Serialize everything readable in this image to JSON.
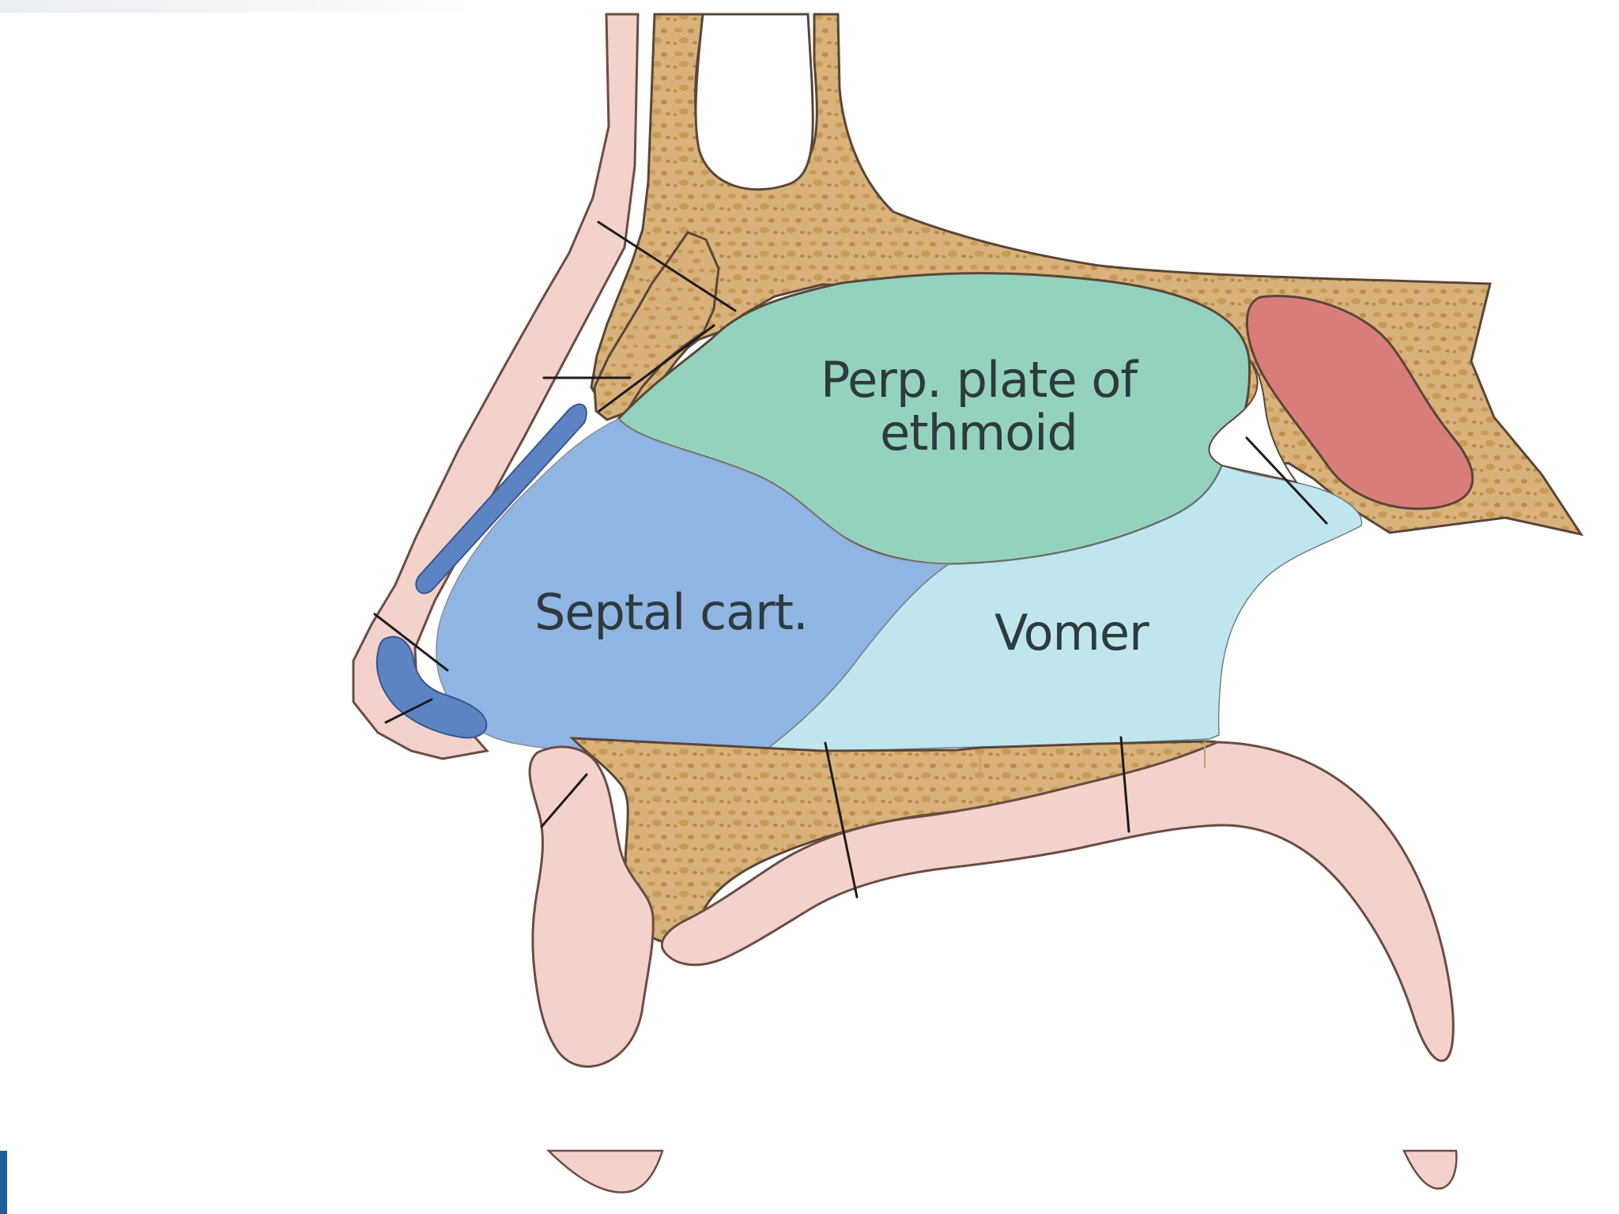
{
  "diagram": {
    "labels": {
      "perpendicular_plate": [
        "Perp. plate of",
        "ethmoid"
      ],
      "septal_cartilage": "Septal cart.",
      "vomer": "Vomer"
    },
    "colors": {
      "bone": "#d8b27a",
      "bone_pattern": "#c99a58",
      "soft_tissue": "#f3d2cc",
      "perpendicular_plate": "#94d2bd",
      "septal_cartilage": "#8fb5e3",
      "vomer": "#bfe6ef",
      "sinus": "#d97d7b",
      "outline": "#5a4638",
      "accent": "#1f5f98",
      "text": "#2d3a3e"
    },
    "icons": [
      "sinus-icon",
      "nasal-cartilage-icon"
    ]
  }
}
